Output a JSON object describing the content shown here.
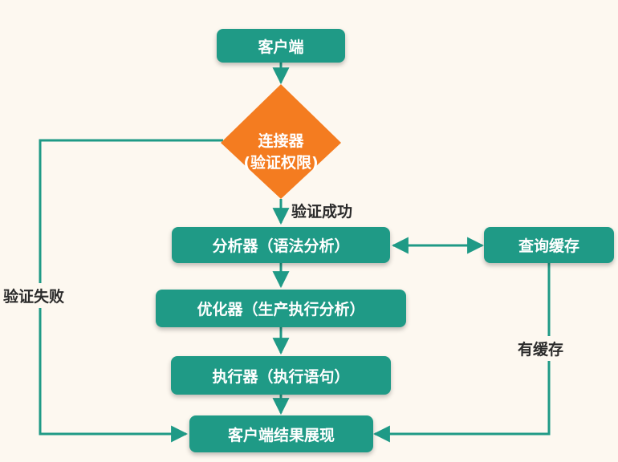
{
  "nodes": {
    "client": "客户端",
    "connector_line1": "连接器",
    "connector_line2": "(验证权限)",
    "analyzer": "分析器（语法分析）",
    "optimizer": "优化器（生产执行分析）",
    "executor": "执行器（执行语句）",
    "result": "客户端结果展现",
    "cache": "查询缓存"
  },
  "edge_labels": {
    "auth_success": "验证成功",
    "auth_fail": "验证失败",
    "has_cache": "有缓存"
  },
  "colors": {
    "node_fill": "#1f9a86",
    "decision_fill": "#f47c20",
    "edge": "#1f9a86",
    "background": "#fdf8f0"
  }
}
